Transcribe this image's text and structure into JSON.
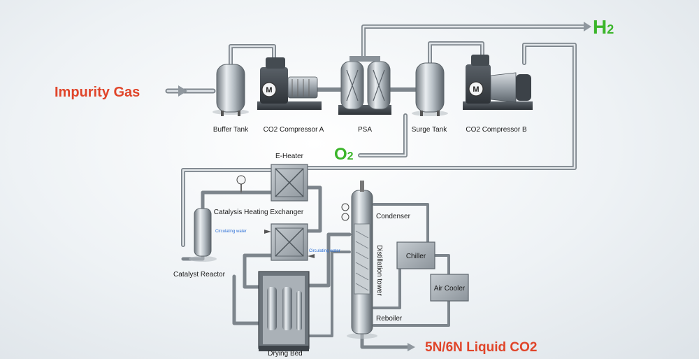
{
  "inputs": {
    "impurity_gas": "Impurity Gas",
    "h2_main": "H",
    "h2_sub": "2",
    "o2_main": "O",
    "o2_sub": "2"
  },
  "output": {
    "product": "5N/6N Liquid CO2"
  },
  "equipment": {
    "buffer_tank": "Buffer Tank",
    "compressor_a": "CO2 Compressor A",
    "psa": "PSA",
    "surge_tank": "Surge Tank",
    "compressor_b": "CO2 Compressor B",
    "e_heater": "E-Heater",
    "catalysis_exchanger": "Catalysis Heating Exchanger",
    "catalyst_reactor": "Catalyst Reactor",
    "drying_bed": "Drying Bed",
    "condenser": "Condenser",
    "distillation_tower": "Distillation tower",
    "chiller": "Chiller",
    "air_cooler": "Air Cooler",
    "reboiler": "Reboiler"
  },
  "annotations": {
    "circulating_water_1": "Circulating water",
    "circulating_water_2": "Circulating water"
  },
  "motor_symbol": "M",
  "colors": {
    "impurity_gas_label": "#e0452a",
    "product_label": "#e0452a",
    "gas_label": "#3bb52a",
    "water_label": "#2b6fd6",
    "pipe": "#a9b1b8",
    "equipment_body": "#8f979e"
  }
}
